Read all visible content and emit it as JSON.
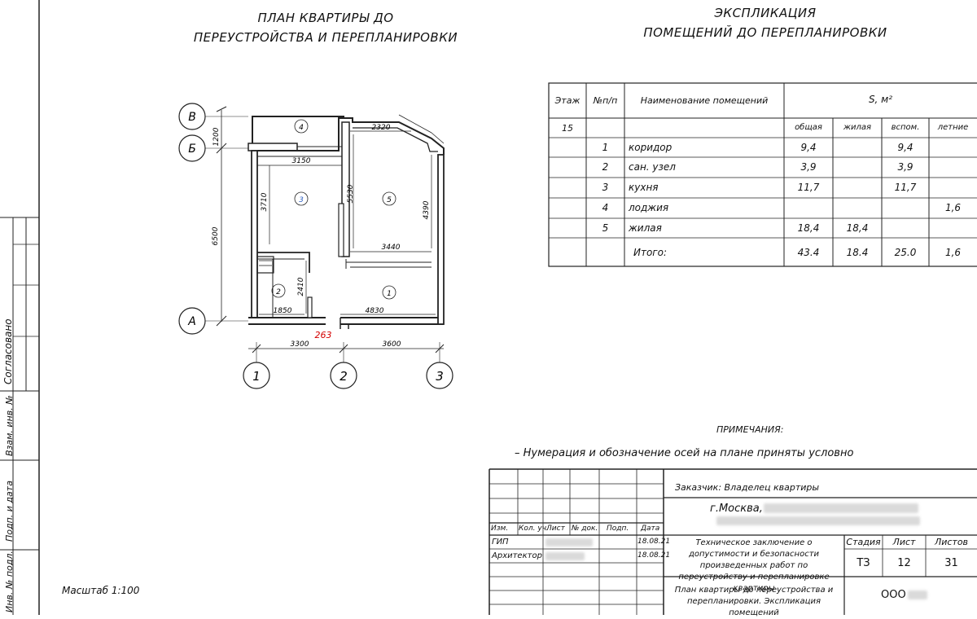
{
  "plan": {
    "title_line1": "ПЛАН КВАРТИРЫ ДО",
    "title_line2": "ПЕРЕУСТРОЙСТВА И ПЕРЕПЛАНИРОВКИ",
    "axes": {
      "row_v": "В",
      "row_b": "Б",
      "row_a": "А",
      "col_1": "1",
      "col_2": "2",
      "col_3": "3"
    },
    "dims": {
      "d1200": "1200",
      "d6500": "6500",
      "d3150": "3150",
      "d2320": "2320",
      "d3710": "3710",
      "d5530": "5530",
      "d4390": "4390",
      "d3440": "3440",
      "d2410": "2410",
      "d1850": "1850",
      "d4830": "4830",
      "d263": "263",
      "d3300": "3300",
      "d3600": "3600"
    },
    "rooms": {
      "r1": "1",
      "r2": "2",
      "r3": "3",
      "r4": "4",
      "r5": "5"
    },
    "scale": "Масштаб 1:100",
    "accent_color": "#d40000"
  },
  "explication": {
    "title_line1": "ЭКСПЛИКАЦИЯ",
    "title_line2": "ПОМЕЩЕНИЙ ДО ПЕРЕПЛАНИРОВКИ",
    "headers": {
      "floor": "Этаж",
      "num": "№п/п",
      "name": "Наименование помещений",
      "area": "S, м²",
      "total": "общая",
      "living": "жилая",
      "aux": "вспом.",
      "summer": "летние"
    },
    "floor_value": "15",
    "rows": [
      {
        "num": "1",
        "name": "коридор",
        "total": "9,4",
        "living": "",
        "aux": "9,4",
        "summer": ""
      },
      {
        "num": "2",
        "name": "сан. узел",
        "total": "3,9",
        "living": "",
        "aux": "3,9",
        "summer": ""
      },
      {
        "num": "3",
        "name": "кухня",
        "total": "11,7",
        "living": "",
        "aux": "11,7",
        "summer": ""
      },
      {
        "num": "4",
        "name": "лоджия",
        "total": "",
        "living": "",
        "aux": "",
        "summer": "1,6"
      },
      {
        "num": "5",
        "name": "жилая",
        "total": "18,4",
        "living": "18,4",
        "aux": "",
        "summer": ""
      }
    ],
    "totals": {
      "label": "Итого:",
      "total": "43.4",
      "living": "18.4",
      "aux": "25.0",
      "summer": "1,6"
    }
  },
  "notes": {
    "title": "ПРИМЕЧАНИЯ:",
    "items": [
      "–  Нумерация и обозначение осей на плане приняты условно"
    ]
  },
  "side": {
    "agreed": "Согласовано",
    "inv_replace": "Взам. инв. №",
    "sign_date": "Подп. и дата",
    "inv_orig": "Инв. № подл."
  },
  "stamp": {
    "customer": "Заказчик: Владелец квартиры",
    "city": "г.Москва,",
    "cols": {
      "izm": "Изм.",
      "kol": "Кол. уч.",
      "list": "Лист",
      "doc": "№ док.",
      "podp": "Подп.",
      "date": "Дата"
    },
    "people": [
      {
        "role": "ГИП",
        "date": "18.08.21"
      },
      {
        "role": "Архитектор",
        "date": "18.08.21"
      }
    ],
    "doc_title": "Техническое заключение о допустимости и безопасности произведенных работ по переустройству и перепланировке квартиры",
    "stage_label": "Стадия",
    "sheet_label": "Лист",
    "sheets_label": "Листов",
    "stage": "ТЗ",
    "sheet": "12",
    "sheets": "31",
    "sheet_title": "План квартиры до переустройства и перепланировки. Экспликация помещений",
    "org": "ООО"
  }
}
